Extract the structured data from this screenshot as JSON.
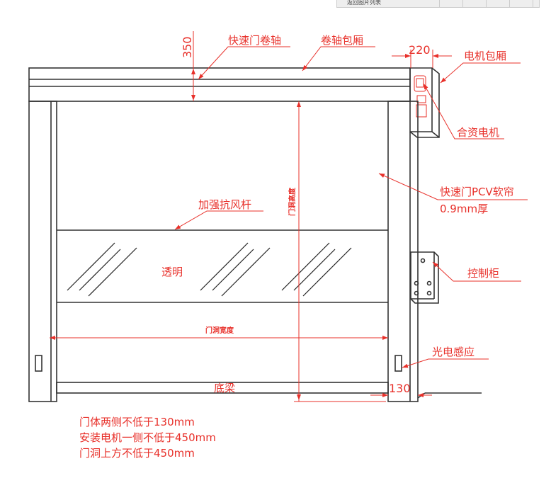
{
  "toolbar": {
    "item_label": "返回图片列表"
  },
  "labels": {
    "roller_shaft": "快速门卷轴",
    "shaft_cover": "卷轴包厢",
    "motor_cover": "电机包厢",
    "motor": "合资电机",
    "curtain": "快速门PCV软帘",
    "curtain_thickness": "0.9mm厚",
    "wind_bar": "加强抗风杆",
    "transparent": "透明",
    "control_box": "控制柜",
    "photo_sensor": "光电感应",
    "bottom_beam": "底梁",
    "opening_height": "门洞高度",
    "opening_width": "门洞宽度"
  },
  "dimensions": {
    "top": "350",
    "motor_width": "220",
    "side": "130"
  },
  "notes": [
    "门体两侧不低于130mm",
    "安装电机一侧不低于450mm",
    "门洞上方不低于450mm"
  ],
  "colors": {
    "annotation": "#e8302a",
    "outline": "#333333"
  }
}
